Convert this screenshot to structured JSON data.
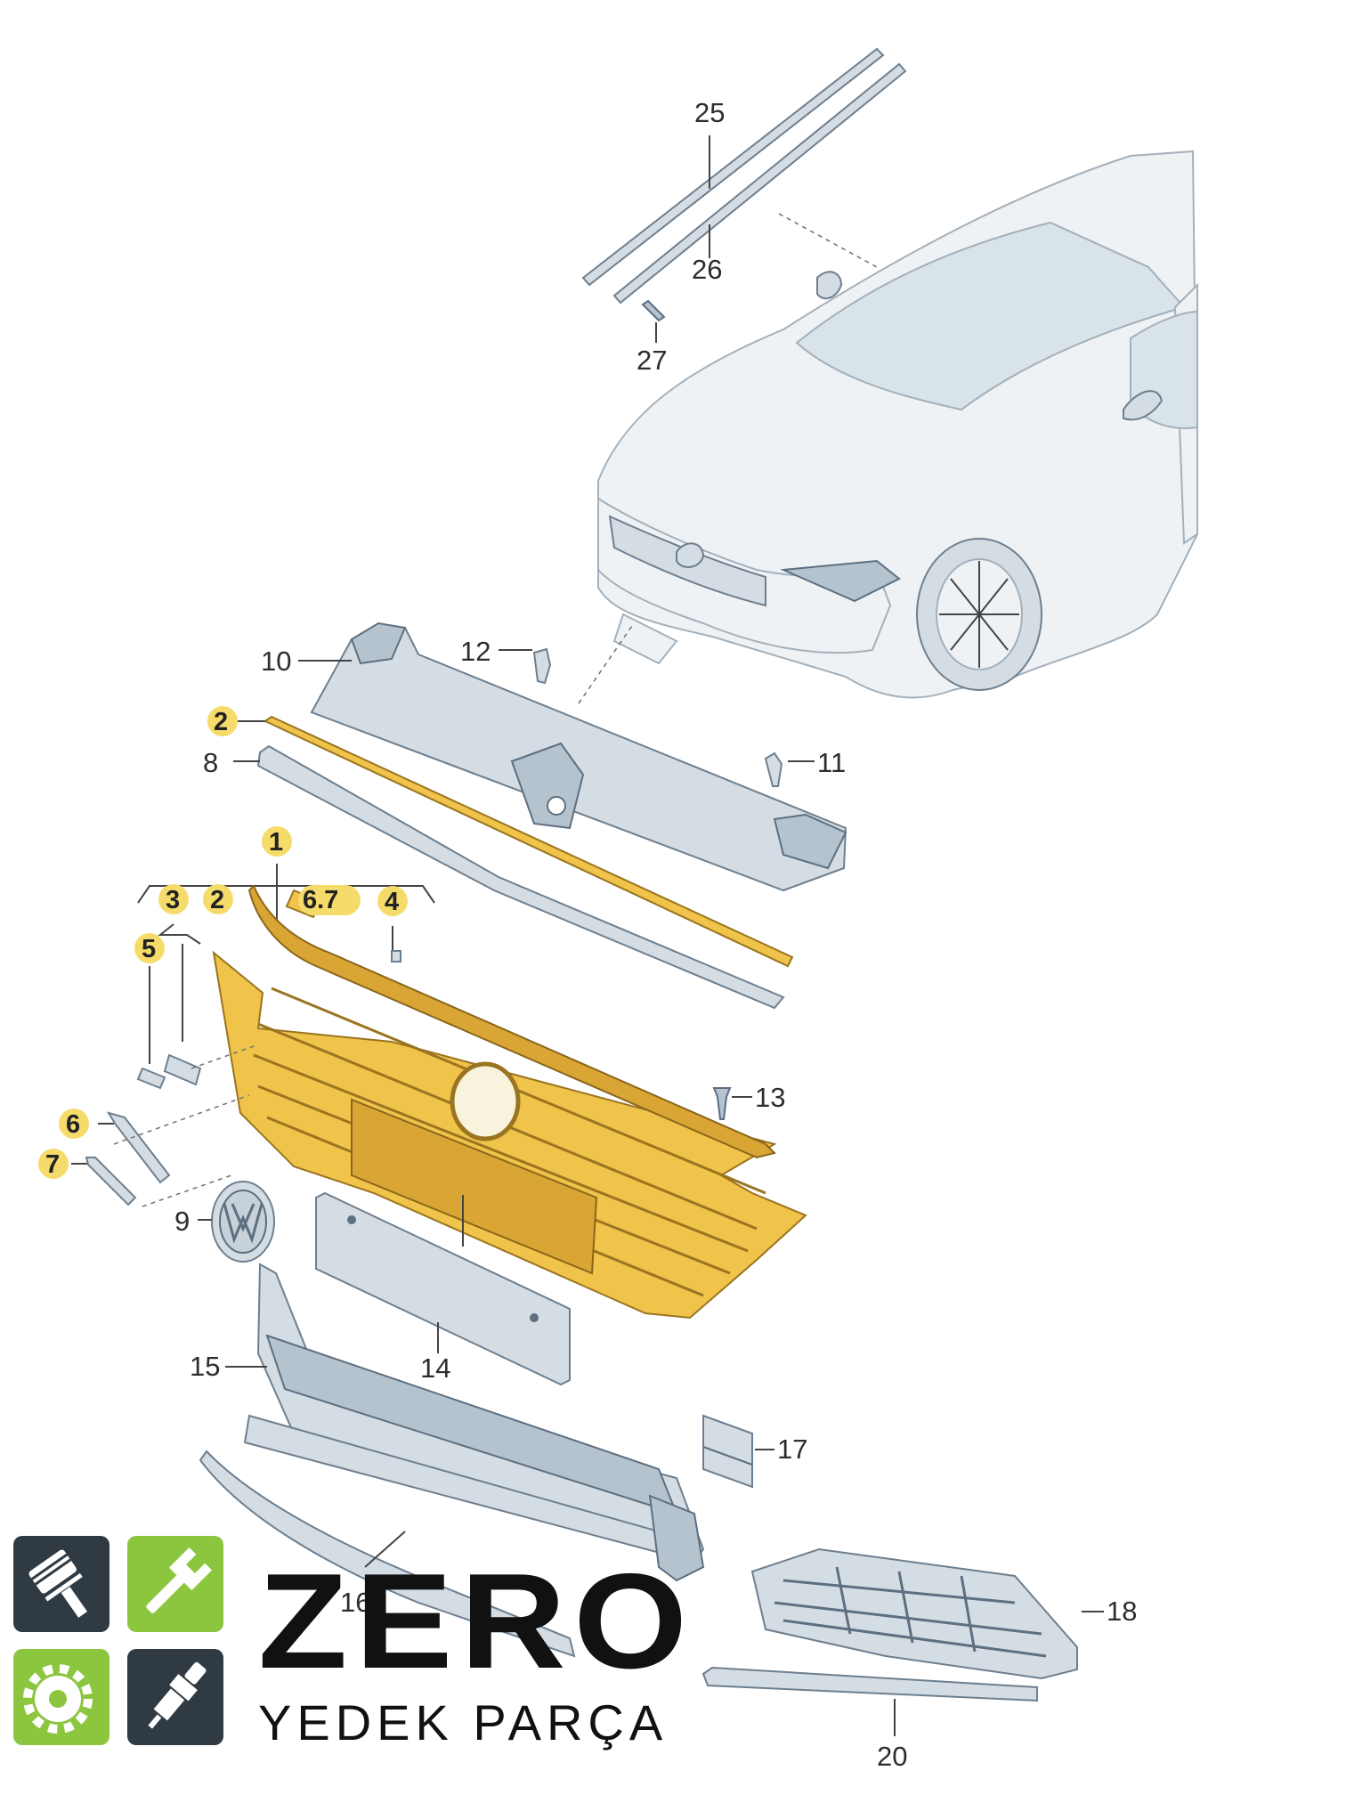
{
  "callouts": {
    "c1": "1",
    "c2a": "2",
    "c2b": "2",
    "c3": "3",
    "c4": "4",
    "c5": "5",
    "c6": "6",
    "c67": "6.7",
    "c7": "7",
    "c8": "8",
    "c9": "9",
    "c10": "10",
    "c11": "11",
    "c12": "12",
    "c13": "13",
    "c14": "14",
    "c15": "15",
    "c16": "16",
    "c17": "17",
    "c18": "18",
    "c20": "20",
    "c25": "25",
    "c26": "26",
    "c27": "27"
  },
  "highlight_color": "#f5dc6a",
  "part_highlight_color": "#f0c34a",
  "brand": {
    "name": "ZERO",
    "subtitle": "YEDEK PARÇA",
    "icons": [
      "piston-icon",
      "wrench-icon",
      "gear-icon",
      "spark-plug-icon"
    ],
    "icon_colors": {
      "dark": "#2f3a43",
      "green": "#8cc63f"
    }
  }
}
